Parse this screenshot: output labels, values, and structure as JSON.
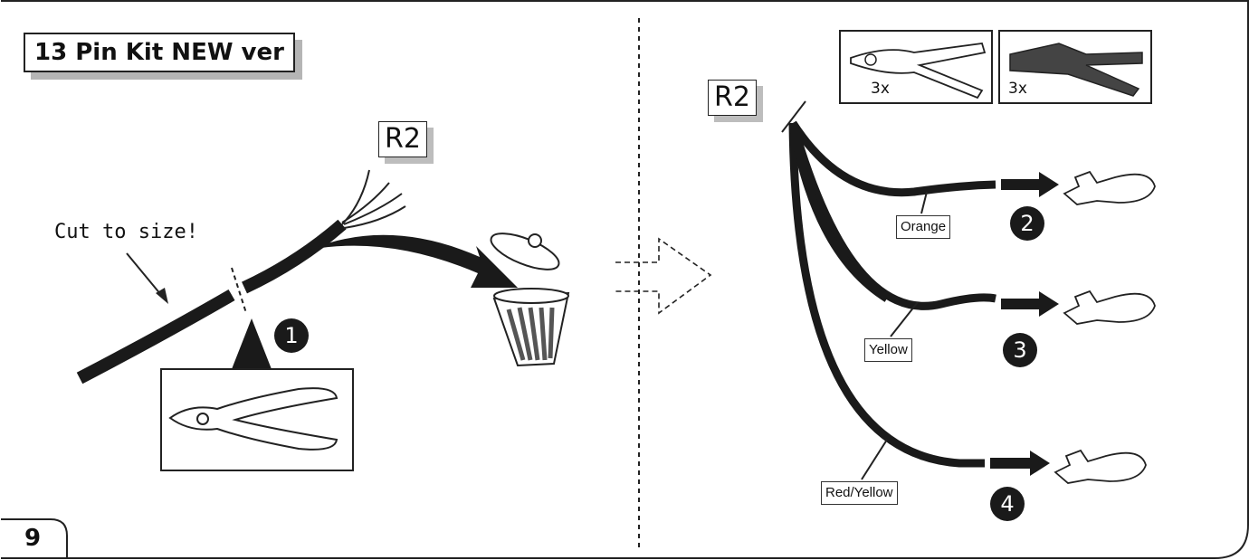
{
  "kit_title": "13 Pin Kit NEW ver",
  "step_number": "9",
  "left_panel": {
    "wire_label": "R2",
    "instruction": "Cut to size!",
    "step_marker": "1"
  },
  "right_panel": {
    "wire_label": "R2",
    "tools": [
      {
        "name": "wire-stripper",
        "quantity": "3x"
      },
      {
        "name": "crimping-pliers",
        "quantity": "3x"
      }
    ],
    "wires": [
      {
        "color_label": "Orange",
        "step_marker": "2"
      },
      {
        "color_label": "Yellow",
        "step_marker": "3"
      },
      {
        "color_label": "Red/Yellow",
        "step_marker": "4"
      }
    ]
  },
  "colors": {
    "ink": "#1a1a1a",
    "shadow": "#b5b5b5",
    "background": "#ffffff"
  }
}
